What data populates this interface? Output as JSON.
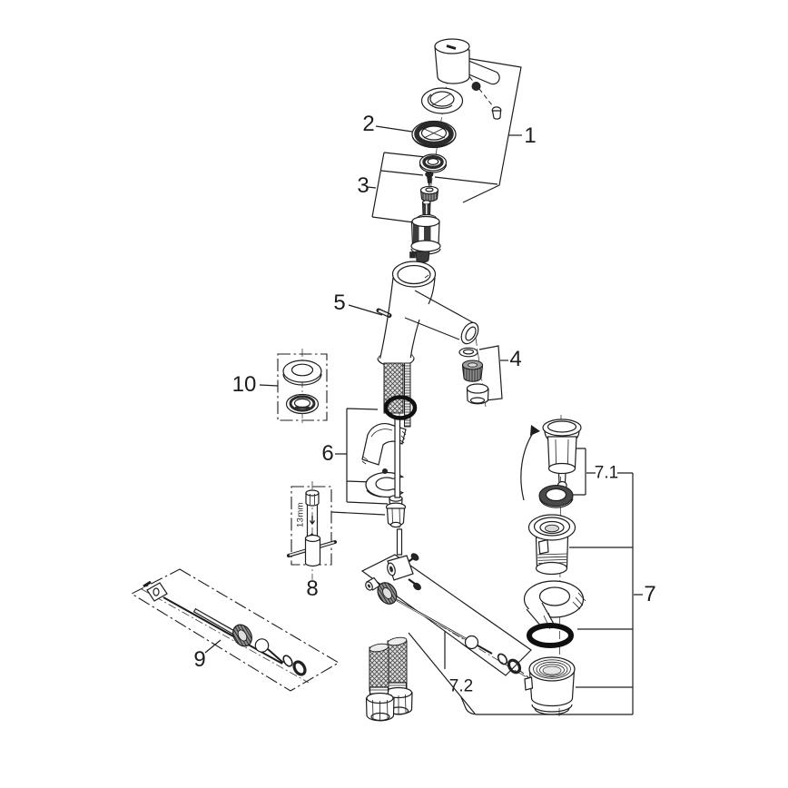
{
  "diagram": {
    "background": "#ffffff",
    "line_color": "#1d1d1b"
  },
  "callouts": [
    {
      "id": "1",
      "text": "1"
    },
    {
      "id": "2",
      "text": "2"
    },
    {
      "id": "3",
      "text": "3"
    },
    {
      "id": "4",
      "text": "4"
    },
    {
      "id": "5",
      "text": "5"
    },
    {
      "id": "6",
      "text": "6"
    },
    {
      "id": "7",
      "text": "7"
    },
    {
      "id": "7.1",
      "text": "7.1"
    },
    {
      "id": "7.2",
      "text": "7.2"
    },
    {
      "id": "8",
      "text": "8"
    },
    {
      "id": "9",
      "text": "9"
    },
    {
      "id": "10",
      "text": "10"
    }
  ],
  "annotations": {
    "tool_size": "13mm"
  }
}
